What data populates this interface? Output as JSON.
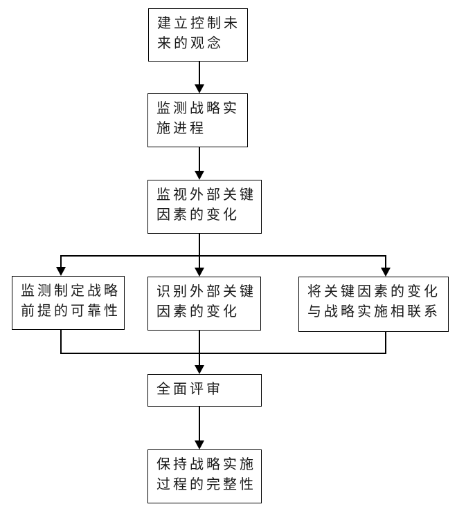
{
  "diagram": {
    "type": "flowchart",
    "description": "strategy evaluation and control process flowchart"
  },
  "colors": {
    "line": "#000000",
    "text": "#1a1a1a",
    "box_border": "#000000",
    "box_fill": "#ffffff",
    "background": "#ffffff"
  },
  "nodes": [
    {
      "id": "establish-concept",
      "text": "建立控制未来的观念",
      "lines": [
        "建立控制未",
        "来的观念"
      ]
    },
    {
      "id": "monitor-progress",
      "text": "监测战略实施进程",
      "lines": [
        "监测战略实",
        "施进程"
      ]
    },
    {
      "id": "watch-external-factors",
      "text": "监视外部关键因素的变化",
      "lines": [
        "监视外部关键",
        "因素的变化"
      ]
    },
    {
      "id": "monitor-premise-reliability",
      "text": "监测制定战略前提的可靠性",
      "lines": [
        "监测制定战略",
        "前提的可靠性"
      ]
    },
    {
      "id": "identify-factor-changes",
      "text": "识别外部关键因素的变化",
      "lines": [
        "识别外部关键",
        "因素的变化"
      ]
    },
    {
      "id": "link-changes-implementation",
      "text": "将关键因素的变化与战略实施相联系",
      "lines": [
        "将关键因素的变化",
        "与战略实施相联系"
      ]
    },
    {
      "id": "comprehensive-review",
      "text": "全面评审",
      "lines": [
        "全面评审"
      ]
    },
    {
      "id": "maintain-integrity",
      "text": "保持战略实施过程的完整性",
      "lines": [
        "保持战略实施",
        "过程的完整性"
      ]
    }
  ],
  "edges": [
    {
      "from": "establish-concept",
      "to": "monitor-progress",
      "arrow": true
    },
    {
      "from": "monitor-progress",
      "to": "watch-external-factors",
      "arrow": true
    },
    {
      "from": "watch-external-factors",
      "to": "monitor-premise-reliability",
      "arrow": true
    },
    {
      "from": "watch-external-factors",
      "to": "identify-factor-changes",
      "arrow": true
    },
    {
      "from": "watch-external-factors",
      "to": "link-changes-implementation",
      "arrow": true
    },
    {
      "from": "monitor-premise-reliability",
      "to": "comprehensive-review",
      "arrow": true
    },
    {
      "from": "identify-factor-changes",
      "to": "comprehensive-review",
      "arrow": true
    },
    {
      "from": "link-changes-implementation",
      "to": "comprehensive-review",
      "arrow": true
    },
    {
      "from": "comprehensive-review",
      "to": "maintain-integrity",
      "arrow": true
    }
  ]
}
